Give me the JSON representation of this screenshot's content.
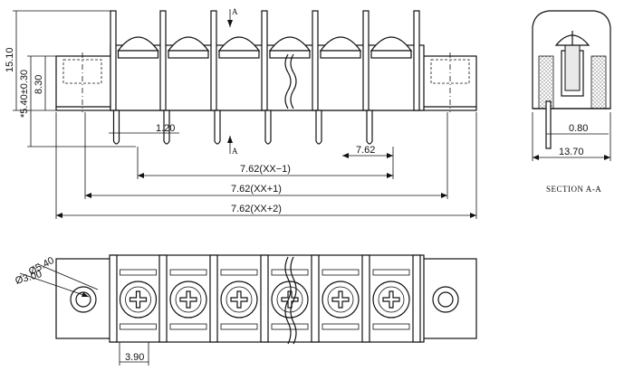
{
  "dimensions": {
    "height_total": "15.10",
    "height_pin": "*5.40±0.30",
    "height_body": "8.30",
    "pin_width": "1.20",
    "pitch": "7.62",
    "span_xx_minus": "7.62(XX−1)",
    "span_xx_plus": "7.62(XX+1)",
    "span_xx_plus2": "7.62(XX+2)",
    "section_pin": "0.80",
    "section_width": "13.70",
    "hole_outer": "Ø5.40",
    "hole_inner": "Ø3.00",
    "screw_pitch_bottom": "3.90"
  },
  "labels": {
    "section_marker_top": "A",
    "section_marker_bottom": "A",
    "section_title": "SECTION A-A"
  }
}
